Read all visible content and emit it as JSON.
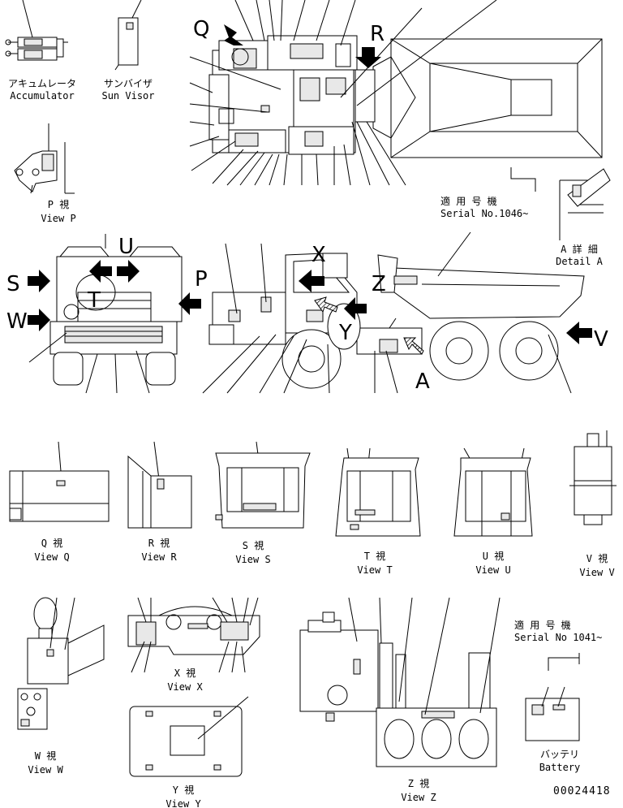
{
  "drawing_id": "00024418",
  "labels": {
    "accumulator_jp": "アキュムレータ",
    "accumulator_en": "Accumulator",
    "sunvisor_jp": "サンバイザ",
    "sunvisor_en": "Sun Visor",
    "viewp_jp": "P 視",
    "viewp_en": "View P",
    "serial1_jp": "適 用 号 機",
    "serial1_en": "Serial No.1046~",
    "detaila_jp": "A 詳 細",
    "detaila_en": "Detail A",
    "viewq_jp": "Q 視",
    "viewq_en": "View Q",
    "viewr_jp": "R 視",
    "viewr_en": "View R",
    "views_jp": "S 視",
    "views_en": "View S",
    "viewt_jp": "T 視",
    "viewt_en": "View T",
    "viewu_jp": "U 視",
    "viewu_en": "View U",
    "viewv_jp": "V 視",
    "viewv_en": "View V",
    "vieww_jp": "W 視",
    "vieww_en": "View W",
    "viewx_jp": "X 視",
    "viewx_en": "View X",
    "viewy_jp": "Y 視",
    "viewy_en": "View Y",
    "viewz_jp": "Z 視",
    "viewz_en": "View Z",
    "serial2_jp": "適 用 号 機",
    "serial2_en": "Serial No 1041~",
    "battery_jp": "バッテリ",
    "battery_en": "Battery"
  },
  "view_letters": {
    "q": "Q",
    "r": "R",
    "u": "U",
    "s": "S",
    "w": "W",
    "t": "T",
    "p": "P",
    "x": "X",
    "y": "Y",
    "z": "Z",
    "a": "A",
    "v": "V"
  }
}
